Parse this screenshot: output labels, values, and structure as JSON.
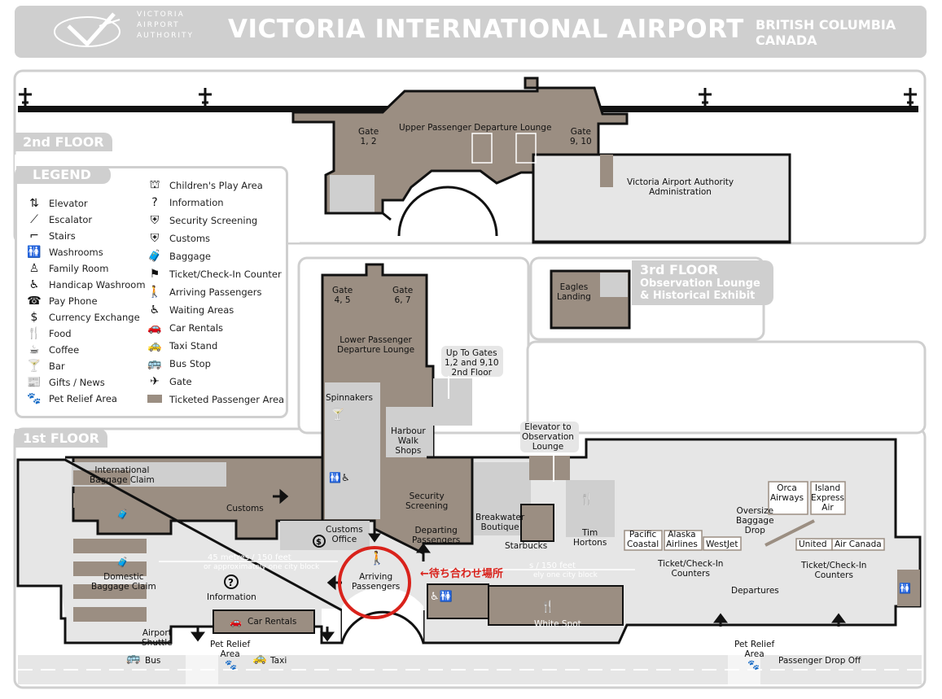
{
  "header": {
    "authority_lines": [
      "VICTORIA",
      "AIRPORT",
      "AUTHORITY"
    ],
    "title": "VICTORIA INTERNATIONAL AIRPORT",
    "region_line1": "BRITISH COLUMBIA",
    "region_line2": "CANADA"
  },
  "floors": {
    "second": "2nd FLOOR",
    "third_title": "3rd FLOOR",
    "third_sub1": "Observation Lounge",
    "third_sub2": "& Historical Exhibit",
    "first": "1st FLOOR"
  },
  "legend": {
    "title": "LEGEND",
    "left_items": [
      {
        "icon": "elevator-icon",
        "glyph": "⇅",
        "label": "Elevator"
      },
      {
        "icon": "escalator-icon",
        "glyph": "⟋",
        "label": "Escalator"
      },
      {
        "icon": "stairs-icon",
        "glyph": "⌐",
        "label": "Stairs"
      },
      {
        "icon": "washrooms-icon",
        "glyph": "🚻",
        "label": "Washrooms"
      },
      {
        "icon": "family-room-icon",
        "glyph": "♙",
        "label": "Family Room"
      },
      {
        "icon": "handicap-washroom-icon",
        "glyph": "♿",
        "label": "Handicap Washroom"
      },
      {
        "icon": "pay-phone-icon",
        "glyph": "☎",
        "label": "Pay Phone"
      },
      {
        "icon": "currency-exchange-icon",
        "glyph": "$",
        "label": "Currency Exchange"
      },
      {
        "icon": "food-icon",
        "glyph": "🍴",
        "label": "Food"
      },
      {
        "icon": "coffee-icon",
        "glyph": "☕",
        "label": "Coffee"
      },
      {
        "icon": "bar-icon",
        "glyph": "🍸",
        "label": "Bar"
      },
      {
        "icon": "gifts-news-icon",
        "glyph": "📰",
        "label": "Gifts / News"
      },
      {
        "icon": "pet-relief-icon",
        "glyph": "🐾",
        "label": "Pet Relief Area"
      }
    ],
    "right_items": [
      {
        "icon": "childrens-play-area-icon",
        "glyph": "⛫",
        "label": "Children's Play Area"
      },
      {
        "icon": "information-icon",
        "glyph": "?",
        "label": "Information"
      },
      {
        "icon": "security-screening-icon",
        "glyph": "⛨",
        "label": "Security Screening"
      },
      {
        "icon": "customs-icon",
        "glyph": "⛨",
        "label": "Customs"
      },
      {
        "icon": "baggage-icon",
        "glyph": "🧳",
        "label": "Baggage"
      },
      {
        "icon": "checkin-counter-icon",
        "glyph": "⚑",
        "label": "Ticket/Check-In Counter"
      },
      {
        "icon": "arriving-passengers-icon",
        "glyph": "🚶",
        "label": "Arriving Passengers"
      },
      {
        "icon": "waiting-areas-icon",
        "glyph": "♿",
        "label": "Waiting Areas"
      },
      {
        "icon": "car-rentals-icon",
        "glyph": "🚗",
        "label": "Car Rentals"
      },
      {
        "icon": "taxi-stand-icon",
        "glyph": "🚕",
        "label": "Taxi Stand"
      },
      {
        "icon": "bus-stop-icon",
        "glyph": "🚌",
        "label": "Bus Stop"
      },
      {
        "icon": "gate-icon",
        "glyph": "✈",
        "label": "Gate"
      },
      {
        "icon": "ticketed-area-swatch-icon",
        "glyph": "",
        "label": "Ticketed Passenger Area"
      }
    ]
  },
  "second_floor_labels": {
    "gate_12": "Gate\n1, 2",
    "upper_lounge": "Upper Passenger Departure Lounge",
    "gate_910": "Gate\n9, 10",
    "admin": "Victoria Airport Authority\nAdministration"
  },
  "third_floor_labels": {
    "eagles": "Eagles\nLanding"
  },
  "first_floor_labels": {
    "gate_45": "Gate\n4, 5",
    "gate_67": "Gate\n6, 7",
    "lower_lounge": "Lower Passenger\nDeparture Lounge",
    "up_to_gates": "Up To Gates\n1,2 and 9,10\n2nd Floor",
    "spinnakers": "Spinnakers",
    "harbour": "Harbour\nWalk\nShops",
    "elevator_obs": "Elevator to\nObservation\nLounge",
    "intl_baggage": "International\nBaggage Claim",
    "customs": "Customs",
    "security": "Security\nScreening",
    "customs_office": "Customs\nOffice",
    "departing": "Departing\nPassengers",
    "breakwater": "Breakwater\nBoutique",
    "starbucks": "Starbucks",
    "tim_hortons": "Tim\nHortons",
    "pacific_coastal": "Pacific\nCoastal",
    "alaska": "Alaska\nAirlines",
    "westjet": "WestJet",
    "oversize": "Oversize\nBaggage\nDrop",
    "orca": "Orca\nAirways",
    "island_express": "Island\nExpress\nAir",
    "united": "United",
    "air_canada": "Air Canada",
    "distance_left_1": "45 metres / 150 feet",
    "distance_left_2": "or approximately one city block",
    "distance_right_1": "s / 150 feet",
    "distance_right_2": "ely one city block",
    "domestic": "Domestic\nBaggage Claim",
    "information": "Information",
    "arriving": "Arriving\nPassengers",
    "meeting_place": "←待ち合わせ場所",
    "checkin_left": "Ticket/Check-In\nCounters",
    "checkin_right": "Ticket/Check-In\nCounters",
    "departures": "Departures",
    "white_spot": "White Spot",
    "car_rentals": "Car Rentals",
    "airport_shuttle": "Airport\nShuttle",
    "pet_relief_left": "Pet Relief\nArea",
    "pet_relief_right": "Pet Relief\nArea",
    "bus": "Bus",
    "taxi": "Taxi",
    "passenger_dropoff": "Passenger Drop Off"
  },
  "colors": {
    "ticketed_area": "#9b8e82",
    "secondary_area": "#cfcfcf",
    "light_area": "#e6e6e6",
    "highlight_circle": "#d9221b"
  }
}
